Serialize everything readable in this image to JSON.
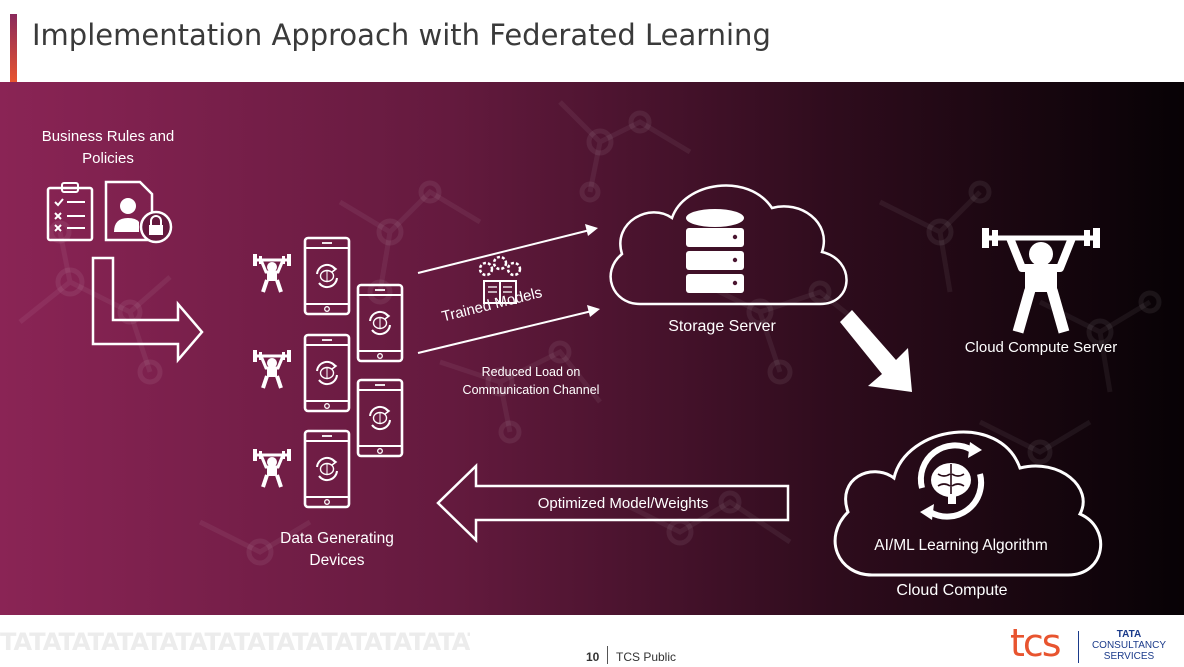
{
  "slide": {
    "title": "Implementation Approach with Federated Learning",
    "colors": {
      "accent_top": "#8a2a5c",
      "accent_bottom": "#e8542f",
      "band_left": "#8a2455",
      "band_right": "#070205"
    }
  },
  "diagram": {
    "business_rules_label_line1": "Business Rules and",
    "business_rules_label_line2": "Policies",
    "devices_label_line1": "Data Generating",
    "devices_label_line2": "Devices",
    "trained_models_label": "Trained Models",
    "reduced_load_line1": "Reduced Load on",
    "reduced_load_line2": "Communication Channel",
    "storage_server_label": "Storage Server",
    "cloud_compute_server_label": "Cloud Compute Server",
    "algorithm_label": "AI/ML Learning Algorithm",
    "cloud_compute_label": "Cloud Compute",
    "optimized_model_label": "Optimized Model/Weights",
    "icons": [
      "checklist-icon",
      "secure-user-document-icon",
      "weightlifter-icon",
      "smartphone-brain-icon",
      "gears-book-icon",
      "database-icon",
      "brain-cycle-icon"
    ]
  },
  "footer": {
    "tata_strip": "TATATATATATATATATATATATATATATATATATATATA",
    "page_number": "10",
    "classification": "TCS Public",
    "logo_text": "tcs",
    "brand_line1": "TATA",
    "brand_line2": "CONSULTANCY",
    "brand_line3": "SERVICES",
    "logo_color": "#e8542f",
    "brand_color": "#1a3a8a"
  }
}
